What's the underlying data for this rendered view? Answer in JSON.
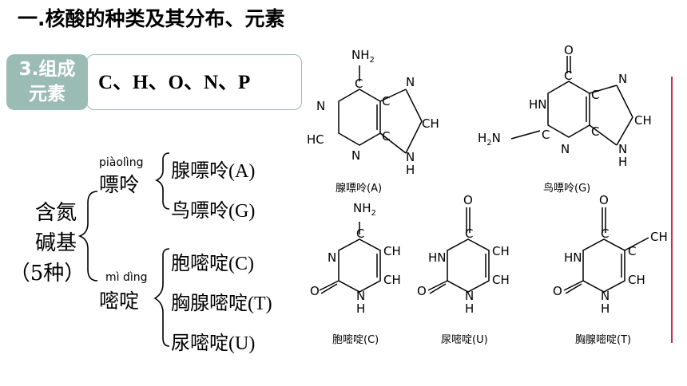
{
  "heading": "一.核酸的种类及其分布、元素",
  "section_label": "3.组成\n元素",
  "section_label_lines": [
    "3.组成",
    "元素"
  ],
  "elements": "C、H、O、N、P",
  "classification": {
    "root_lines": [
      "含氮",
      "碱基",
      "（5种）"
    ],
    "purines": {
      "pinyin": "piàolìng",
      "name": "嘌呤",
      "items": [
        "腺嘌呤(A)",
        "鸟嘌呤(G)"
      ]
    },
    "pyrimidines": {
      "pinyin": "mì dìng",
      "name": "嘧啶",
      "items": [
        "胞嘧啶(C)",
        "胸腺嘧啶(T)",
        "尿嘧啶(U)"
      ]
    }
  },
  "structures": {
    "adenine": {
      "caption": "腺嘌呤(A)"
    },
    "guanine": {
      "caption": "鸟嘌呤(G)"
    },
    "cytosine": {
      "caption": "胞嘧啶(C)"
    },
    "uracil": {
      "caption": "尿嘧啶(U)"
    },
    "thymine": {
      "caption": "胸腺嘧啶(T)"
    }
  },
  "colors": {
    "label_box": "#9bbbb5",
    "accent_line": "#c82d4f"
  }
}
